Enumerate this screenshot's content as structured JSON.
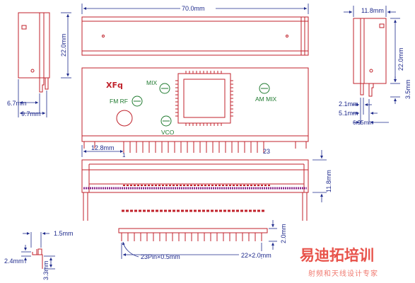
{
  "dims": {
    "width_top": "70.0mm",
    "height_left": "22.0mm",
    "left_6_7": "6.7mm",
    "left_9_7": "9.7mm",
    "right_top": "11.8mm",
    "right_height": "22.0mm",
    "right_3_5": "3.5mm",
    "right_2_1": "2.1mm",
    "right_5_1": "5.1mm",
    "right_6_95": "6.95mm",
    "pin_offset": "12.8mm",
    "pin_last": "23",
    "pin_first": "1",
    "bottom_height": "11.8mm",
    "pin_pitch_label": "22×2.0mm",
    "pin_len": "2.0mm",
    "pin_count_label": "23Pin×0.5mm",
    "small_1_5": "1.5mm",
    "small_2_4": "2.4mm",
    "small_3_3": "3.3mm"
  },
  "labels": {
    "mix": "MIX",
    "fm_rf": "FM RF",
    "am_mix": "AM MIX",
    "vco": "VCO",
    "pcb_mark": "XFq"
  },
  "watermark": {
    "brand": "易迪拓培训",
    "tagline": "射频和天线设计专家"
  },
  "colors": {
    "outline": "#c0222b",
    "dimension": "#1e2a8c",
    "component": "#1f7a2f",
    "logo": "#e8524a"
  }
}
